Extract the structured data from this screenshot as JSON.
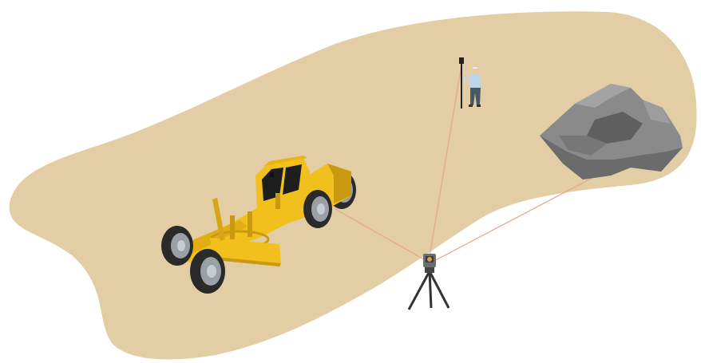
{
  "scene": {
    "description_labels": [],
    "colors": {
      "ground": "#e2cda5",
      "background": "#ffffff",
      "machine_yellow": "#f2c01c",
      "machine_yellow_dark": "#c99a10",
      "tire": "#2a2a2a",
      "rim": "#9aa0a6",
      "rock": "#6e6e6e",
      "rock_light": "#9a9a9a",
      "laser_line": "#e8a48a",
      "tripod": "#333333",
      "worker_shirt": "#bcd4ea",
      "worker_pants": "#4a5866"
    },
    "objects": {
      "grader": "motor-grader",
      "total_station": "robotic-total-station",
      "surveyor": "surveyor-with-prism-pole",
      "rock": "rock-pile"
    }
  }
}
